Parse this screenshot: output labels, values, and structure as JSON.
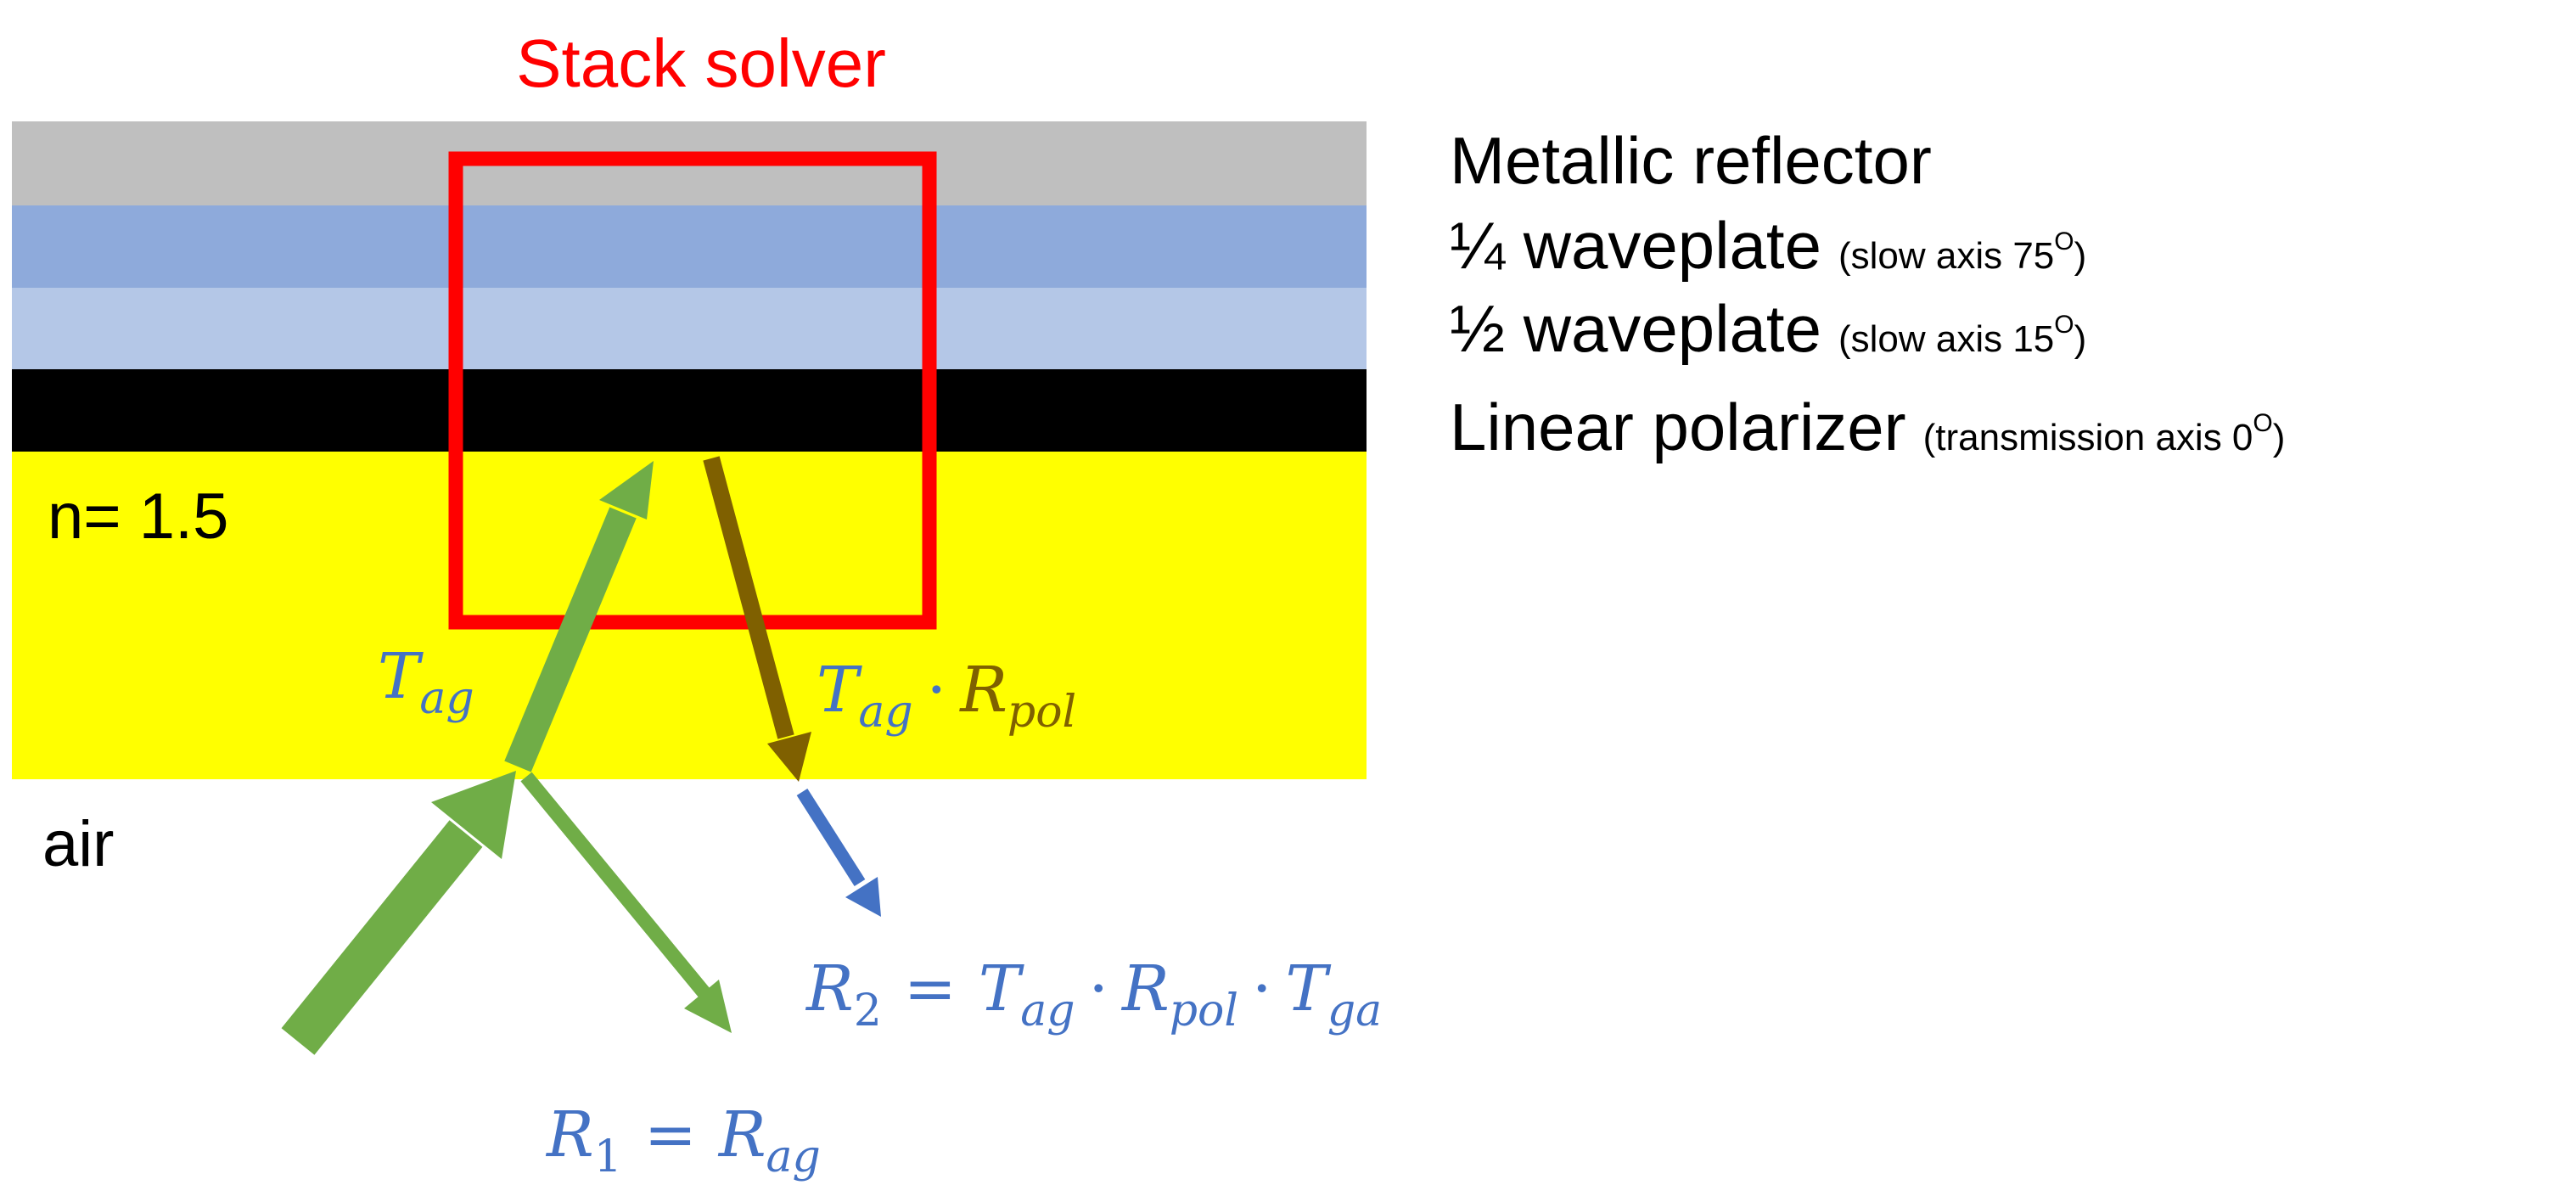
{
  "title": "Stack solver",
  "colors": {
    "title": "#ff0000",
    "solver_box": "#ff0000",
    "metal_layer": "#bfbfbf",
    "quarter_waveplate_layer": "#8eaadb",
    "half_waveplate_layer": "#b4c7e7",
    "polarizer_layer": "#000000",
    "substrate": "#ffff00",
    "incident_arrow": "#70ad47",
    "reflected_pol_arrow": "#7f6000",
    "exit_arrow": "#4472c4",
    "equation_blue": "#4472c4",
    "equation_brown": "#7f6000"
  },
  "icons": {
    "incident_arrow": "arrow-up-right",
    "transmitted_arrow": "arrow-up-right",
    "reflected_r1_arrow": "arrow-down-right",
    "reflected_pol_arrow": "arrow-down",
    "exit_r2_arrow": "arrow-down-right"
  },
  "layers": [
    {
      "label": "Metallic reflector",
      "note": "",
      "note_deg": ""
    },
    {
      "label": "¼ waveplate",
      "note": "(slow axis 75",
      "note_deg": "O",
      "note_close": ")"
    },
    {
      "label": "½ waveplate",
      "note": "(slow axis 15",
      "note_deg": "O",
      "note_close": ")"
    },
    {
      "label": "Linear polarizer",
      "note": "(transmission axis 0",
      "note_deg": "O",
      "note_close": ")"
    }
  ],
  "substrate_label": "n= 1.5",
  "ambient_label": "air",
  "equations": {
    "t_ag": {
      "base": "T",
      "sub": "ag"
    },
    "t_ag_r_pol": {
      "t_base": "T",
      "t_sub": "ag",
      "dot": "·",
      "r_base": "R",
      "r_sub": "pol"
    },
    "r1": {
      "lhs_base": "R",
      "lhs_sub": "1",
      "eq": "=",
      "rhs_base": "R",
      "rhs_sub": "ag"
    },
    "r2": {
      "lhs_base": "R",
      "lhs_sub": "2",
      "eq": "=",
      "t1_base": "T",
      "t1_sub": "ag",
      "dot1": "·",
      "r_base": "R",
      "r_sub": "pol",
      "dot2": "·",
      "t2_base": "T",
      "t2_sub": "ga"
    }
  }
}
